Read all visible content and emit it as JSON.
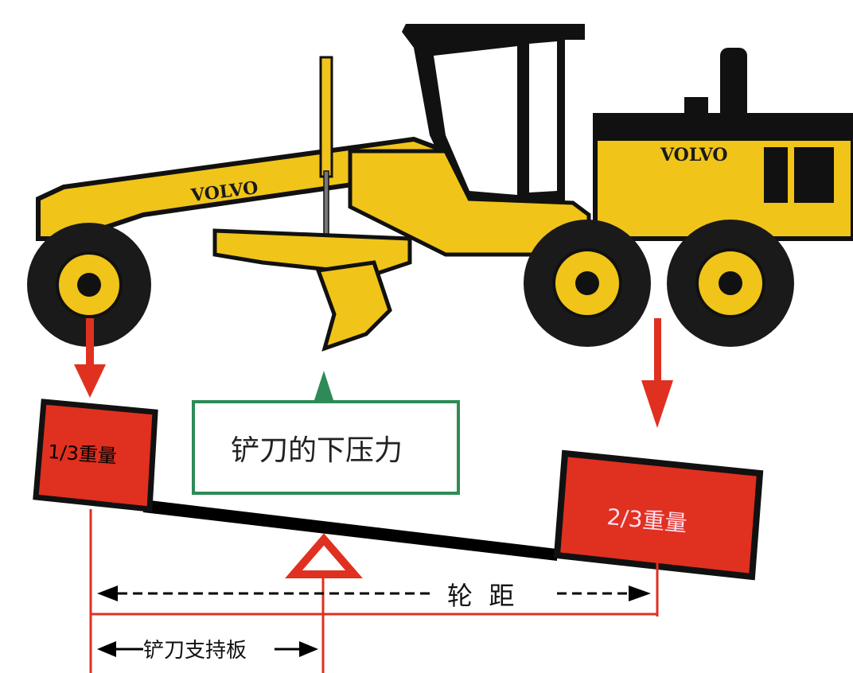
{
  "machine": {
    "brand_boom": "VOLVO",
    "brand_engine": "VOLVO",
    "colors": {
      "body": "#f0c419",
      "outline": "#111111",
      "tire": "#1a1a1a"
    }
  },
  "blade_force": {
    "label": "铲刀的下压力",
    "color": "#2e8b57"
  },
  "front_weight": {
    "label": "1/3重量"
  },
  "rear_weight": {
    "label": "2/3重量"
  },
  "wheelbase": {
    "label": "轮  距"
  },
  "blade_support": {
    "label": "铲刀支持板"
  },
  "colors": {
    "red": "#e03020",
    "dark_red": "#b0171b",
    "black": "#000000"
  }
}
